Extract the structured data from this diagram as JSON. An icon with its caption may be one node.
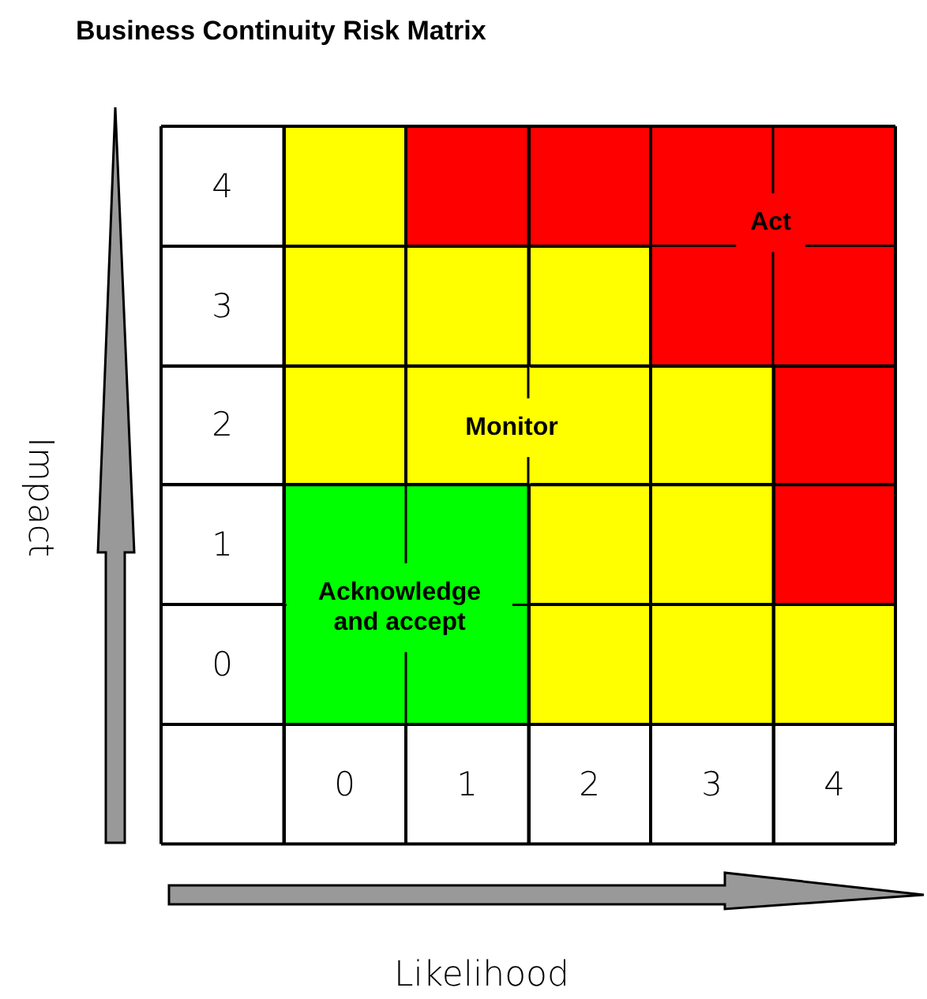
{
  "diagram": {
    "title": "Business Continuity Risk Matrix",
    "nodes": [
      {
        "text": [
          "4"
        ]
      },
      {
        "text": [],
        "shape": "box"
      },
      {
        "text": [],
        "shape": "box"
      },
      {
        "text": [],
        "shape": "box"
      },
      {
        "text": [],
        "shape": "box"
      },
      {
        "text": [],
        "shape": "box"
      },
      {
        "text": [
          "3"
        ]
      },
      {
        "text": [],
        "shape": "box"
      },
      {
        "text": [],
        "shape": "box"
      },
      {
        "text": [],
        "shape": "box"
      },
      {
        "text": [],
        "shape": "box"
      },
      {
        "text": [],
        "shape": "box"
      },
      {
        "text": [
          "2"
        ]
      },
      {
        "text": [],
        "shape": "box"
      },
      {
        "text": [],
        "shape": "box"
      },
      {
        "text": [],
        "shape": "box"
      },
      {
        "text": [],
        "shape": "box"
      },
      {
        "text": [],
        "shape": "box"
      },
      {
        "text": [
          "1"
        ]
      },
      {
        "text": [],
        "shape": "box"
      },
      {
        "text": [],
        "shape": "box"
      },
      {
        "text": [],
        "shape": "box"
      },
      {
        "text": [],
        "shape": "box"
      },
      {
        "text": [],
        "shape": "box"
      },
      {
        "text": [
          "0"
        ]
      },
      {
        "text": [],
        "shape": "box"
      },
      {
        "text": [],
        "shape": "box"
      },
      {
        "text": [],
        "shape": "box"
      },
      {
        "text": [],
        "shape": "box"
      },
      {
        "text": [],
        "shape": "box"
      },
      {
        "text": [],
        "shape": "box"
      },
      {
        "text": [
          "0"
        ]
      },
      {
        "text": [
          "1"
        ]
      },
      {
        "text": [
          "2"
        ]
      },
      {
        "text": [
          "3"
        ]
      },
      {
        "text": [
          "4"
        ]
      }
    ],
    "labels": [
      "Act",
      "Monitor",
      "Acknowledge and accept",
      "Impact",
      "Likelihood"
    ]
  }
}
